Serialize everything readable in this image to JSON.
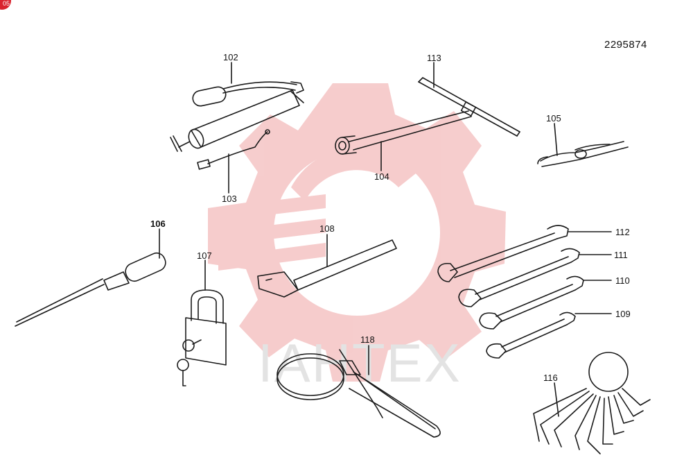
{
  "header": {
    "document_number": "2295874",
    "corner_badge": "05"
  },
  "watermark": {
    "text": "IAHTEX",
    "color": "#f5c4c4"
  },
  "callouts": [
    {
      "id": "102",
      "label": "102"
    },
    {
      "id": "103",
      "label": "103"
    },
    {
      "id": "104",
      "label": "104"
    },
    {
      "id": "105",
      "label": "105"
    },
    {
      "id": "106",
      "label": "106"
    },
    {
      "id": "107",
      "label": "107"
    },
    {
      "id": "108",
      "label": "108"
    },
    {
      "id": "109",
      "label": "109"
    },
    {
      "id": "110",
      "label": "110"
    },
    {
      "id": "111",
      "label": "111"
    },
    {
      "id": "112",
      "label": "112"
    },
    {
      "id": "113",
      "label": "113"
    },
    {
      "id": "116",
      "label": "116"
    },
    {
      "id": "118",
      "label": "118"
    }
  ]
}
